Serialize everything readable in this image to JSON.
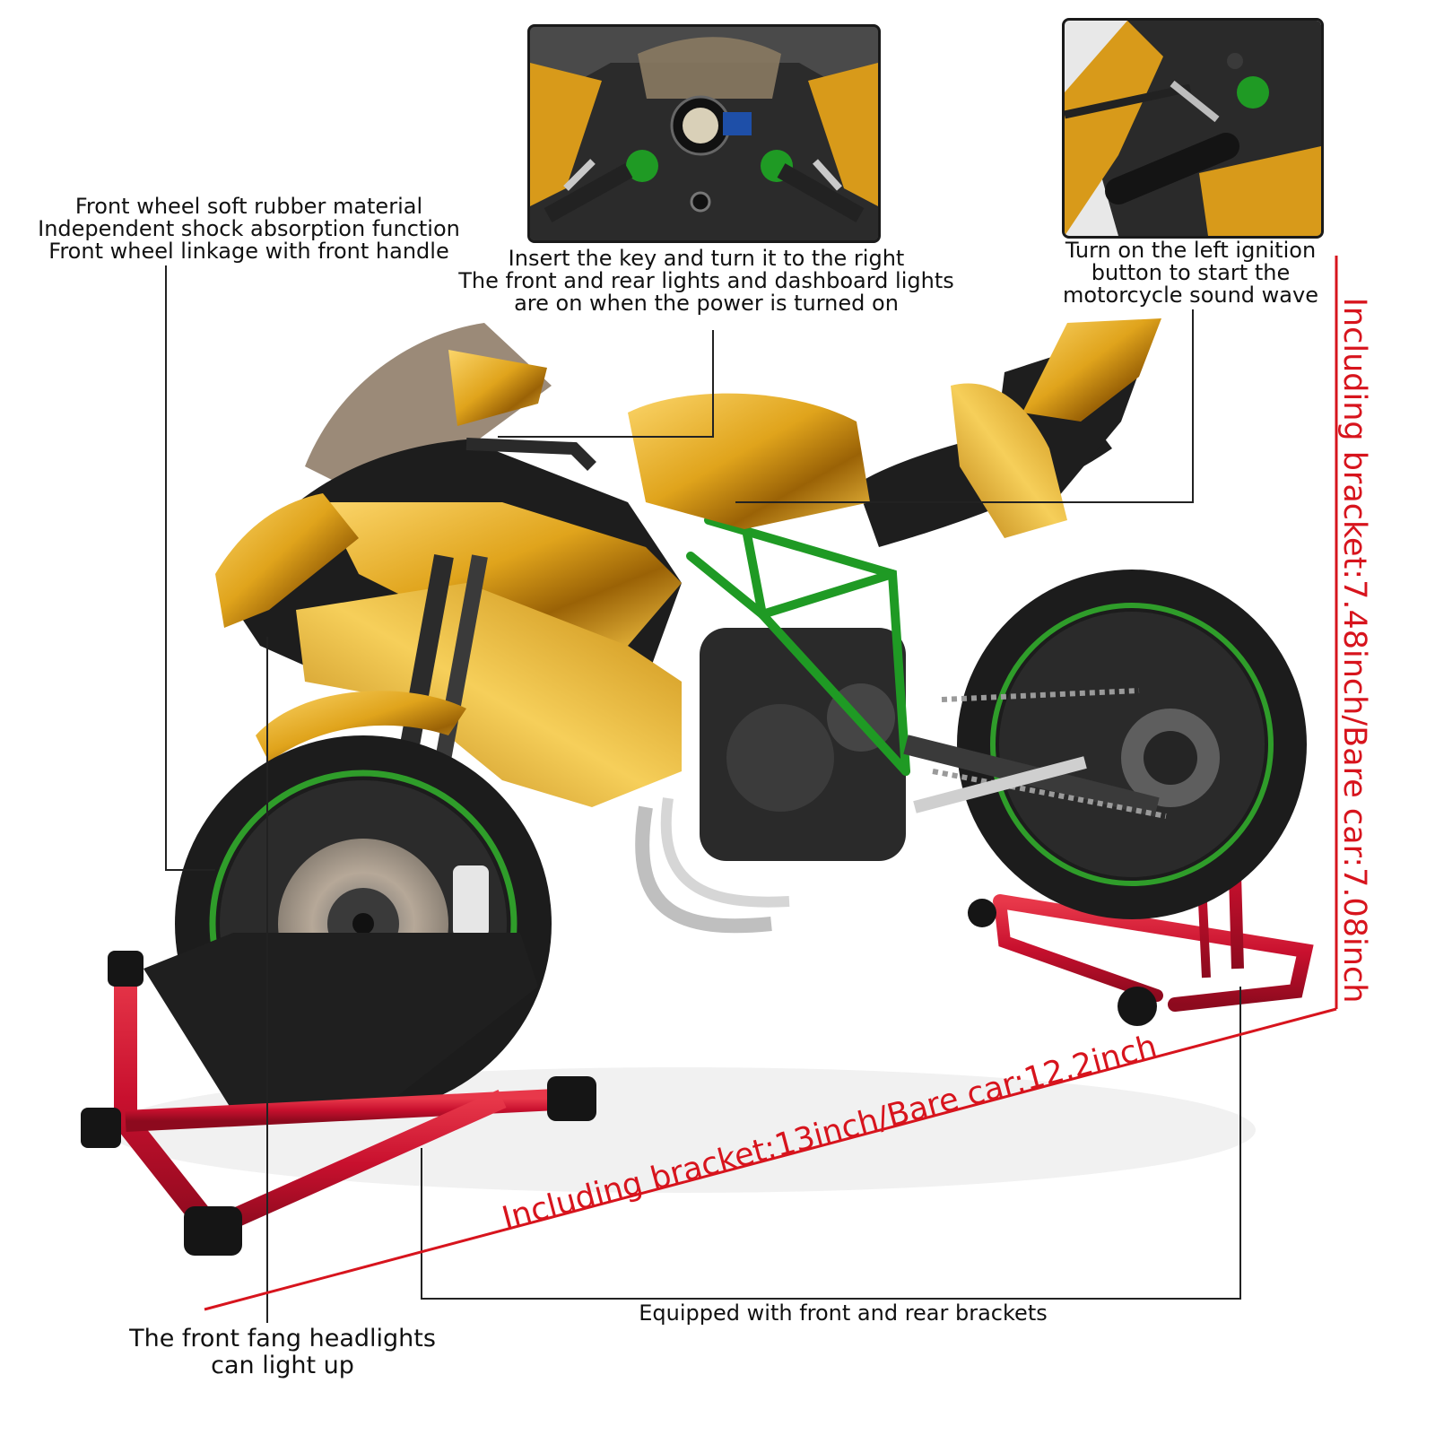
{
  "callouts": {
    "front_wheel": "Front wheel soft rubber material\nIndependent shock absorption function\nFront wheel linkage with front handle",
    "key": "Insert the key and turn it to the right\nThe front and rear lights and dashboard lights\nare on when the power is turned on",
    "ignition": "Turn on the left ignition\nbutton to start the\nmotorcycle sound wave",
    "brackets": "Equipped with front and rear brackets",
    "headlights": "The front fang headlights\ncan light up"
  },
  "dimensions": {
    "length": "Including bracket:13inch/Bare car:12.2inch",
    "height": "Including bracket:7.48inch/Bare car:7.08inch"
  },
  "colors": {
    "gold": "#e0a41c",
    "gold_dark": "#a06a08",
    "frame_green": "#1f9a24",
    "stand_red": "#c8102e",
    "dimension_red": "#d7141d",
    "tire_black": "#1c1c1c"
  }
}
